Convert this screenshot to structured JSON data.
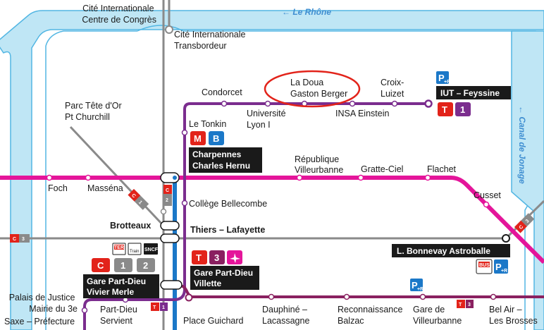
{
  "rivers": {
    "rhone": "← Le Rhône",
    "canal": "← Canal de Jonage"
  },
  "stations": {
    "cite_inter_congres": [
      "Cité Internationale",
      "Centre de Congrès"
    ],
    "cite_inter_transbordeur": [
      "Cité Internationale",
      "Transbordeur"
    ],
    "parc_tete_dor": [
      "Parc Tête d'Or",
      "Pt Churchill"
    ],
    "condorcet": "Condorcet",
    "la_doua": [
      "La Doua",
      "Gaston Berger"
    ],
    "croix_luizet": [
      "Croix-",
      "Luizet"
    ],
    "universite": [
      "Université",
      "Lyon I"
    ],
    "insa": "INSA Einstein",
    "le_tonkin": "Le Tonkin",
    "republique": [
      "République",
      "Villeurbanne"
    ],
    "gratte_ciel": "Gratte-Ciel",
    "flachet": "Flachet",
    "foch": "Foch",
    "massena": "Masséna",
    "cusset": "Cusset",
    "college_bellecombe": "Collège Bellecombe",
    "brotteaux": "Brotteaux",
    "thiers_lafayette": "Thiers – Lafayette",
    "palais_justice": [
      "Palais de Justice",
      "Mairie du 3e"
    ],
    "saxe_prefecture": "Saxe – Préfecture",
    "part_dieu_servient": [
      "Part-Dieu",
      "Servient"
    ],
    "place_guichard": "Place Guichard",
    "dauphine": [
      "Dauphiné –",
      "Lacassagne"
    ],
    "reconnaissance": [
      "Reconnaissance",
      "Balzac"
    ],
    "gare_villeurbanne": [
      "Gare de",
      "Villeurbanne"
    ],
    "bel_air": [
      "Bel Air –",
      "Les Brosses"
    ]
  },
  "hubs": {
    "iut_feyssine": "IUT – Feyssine",
    "charpennes": [
      "Charpennes",
      "Charles Hernu"
    ],
    "bonnevay": "L. Bonnevay Astroballe",
    "gare_villette": [
      "Gare Part-Dieu",
      "Villette"
    ],
    "gare_vivier": [
      "Gare Part-Dieu",
      "Vivier Merle"
    ]
  },
  "badges": {
    "t": "T",
    "one": "1",
    "two": "2",
    "three": "3",
    "c": "C",
    "m": "M",
    "b": "B",
    "pr": "P",
    "pr_sub": "+R",
    "sncf": "SNCF",
    "train": "Train",
    "ter": "TER",
    "bus": "BUS"
  },
  "colors": {
    "river": "#bfe6f5",
    "river_edge": "#52b6e3",
    "tram_t1": "#7b2d8e",
    "tram_t3": "#8a2060",
    "metro_a": "#e4159a",
    "metro_b": "#1b78c8",
    "rail": "#8a8a8a",
    "red": "#e2231a",
    "purple": "#7b2d8e",
    "blue": "#1b78c8",
    "dark": "#1a1a1a"
  }
}
